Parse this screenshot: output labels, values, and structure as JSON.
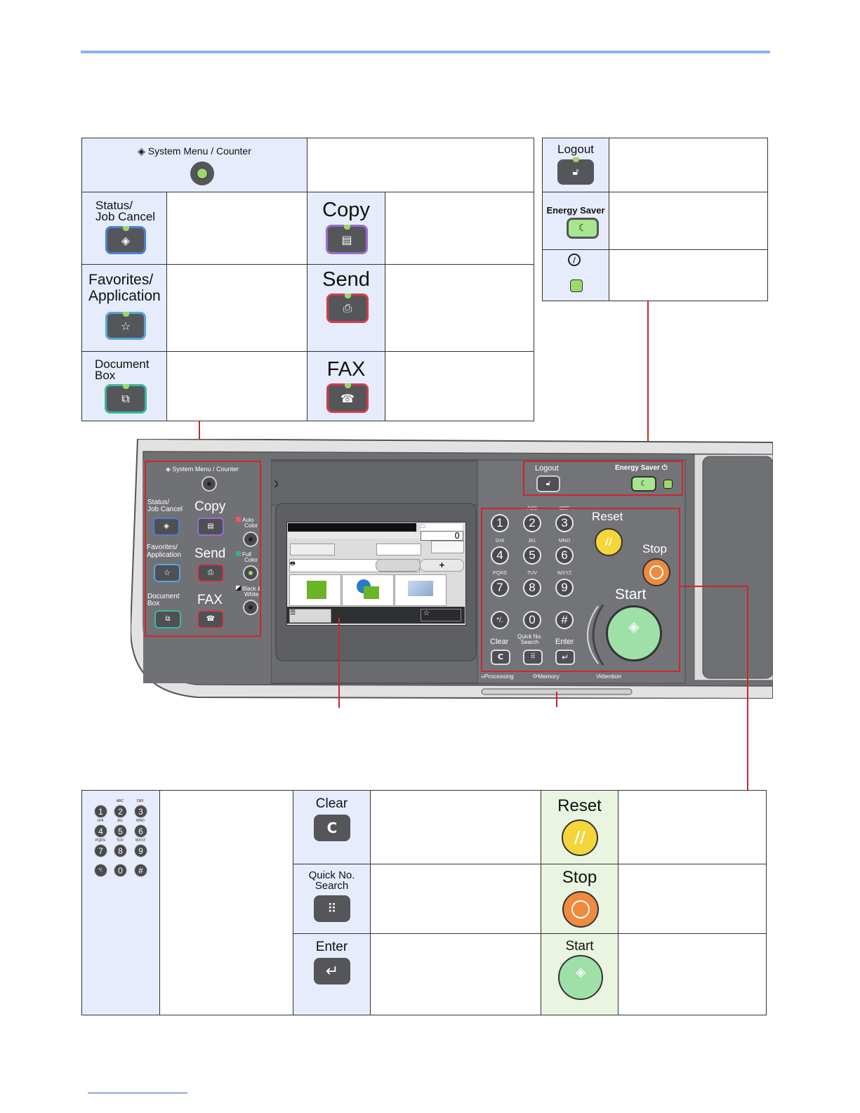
{
  "top_table": {
    "system_menu": {
      "label": "System Menu / Counter"
    },
    "status": {
      "label_line1": "Status/",
      "label_line2": "Job Cancel"
    },
    "copy": {
      "label": "Copy"
    },
    "favorites": {
      "label_line1": "Favorites/",
      "label_line2": "Application"
    },
    "send": {
      "label": "Send"
    },
    "document_box": {
      "label_line1": "Document",
      "label_line2": "Box"
    },
    "fax": {
      "label": "FAX"
    }
  },
  "right_table": {
    "logout": {
      "label": "Logout"
    },
    "energy_saver": {
      "label": "Energy Saver"
    },
    "power": {
      "icon": "power-icon"
    }
  },
  "panel": {
    "system_menu": "System Menu / Counter",
    "status_line1": "Status/",
    "status_line2": "Job Cancel",
    "copy": "Copy",
    "favorites_line1": "Favorites/",
    "favorites_line2": "Application",
    "send": "Send",
    "document_line1": "Document",
    "document_line2": "Box",
    "fax": "FAX",
    "auto_color_line1": "Auto",
    "auto_color_line2": "Color",
    "full_color_line1": "Full",
    "full_color_line2": "Color",
    "bw_line1": "Black &",
    "bw_line2": "White",
    "logout": "Logout",
    "energy_saver": "Energy Saver",
    "reset": "Reset",
    "stop": "Stop",
    "start": "Start",
    "clear": "Clear",
    "quick_line1": "Quick No.",
    "quick_line2": "Search",
    "enter": "Enter",
    "processing": "Processing",
    "memory": "Memory",
    "attention": "Attention",
    "screen_counter": "0",
    "keys": [
      {
        "digit": "1",
        "sub": ""
      },
      {
        "digit": "2",
        "sub": "ABC"
      },
      {
        "digit": "3",
        "sub": "DEF"
      },
      {
        "digit": "4",
        "sub": "GHI"
      },
      {
        "digit": "5",
        "sub": "JKL"
      },
      {
        "digit": "6",
        "sub": "MNO"
      },
      {
        "digit": "7",
        "sub": "PQRS"
      },
      {
        "digit": "8",
        "sub": "TUV"
      },
      {
        "digit": "9",
        "sub": "WXYZ"
      },
      {
        "digit": "*/.",
        "sub": ""
      },
      {
        "digit": "0",
        "sub": ""
      },
      {
        "digit": "#",
        "sub": ""
      }
    ]
  },
  "bottom_table": {
    "clear": {
      "label": "Clear",
      "glyph": "C"
    },
    "reset": {
      "label": "Reset"
    },
    "quick": {
      "label_line1": "Quick No.",
      "label_line2": "Search"
    },
    "stop": {
      "label": "Stop"
    },
    "enter": {
      "label": "Enter"
    },
    "start": {
      "label": "Start"
    }
  },
  "colors": {
    "rule": "#8ab4ef",
    "callout": "#c9282b",
    "blue_cell": "#e6ecfb",
    "green_cell": "#e9f4e1",
    "led_green": "#9ad96a"
  }
}
